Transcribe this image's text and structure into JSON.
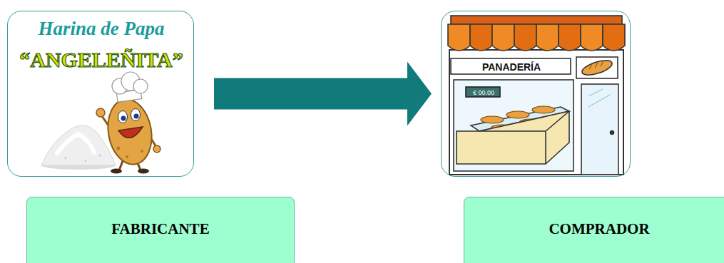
{
  "diagram": {
    "nodes": [
      {
        "text": [
          "Harina de Papa",
          "“ANGELEÑITA”"
        ]
      },
      {
        "text": [
          "PANADERÍA",
          "€ 00.00"
        ]
      },
      {
        "text": [
          "FABRICANTE"
        ]
      },
      {
        "text": [
          "COMPRADOR"
        ]
      }
    ],
    "edges": [
      {
        "from": 0,
        "to": 1,
        "arrow": "to"
      }
    ]
  }
}
